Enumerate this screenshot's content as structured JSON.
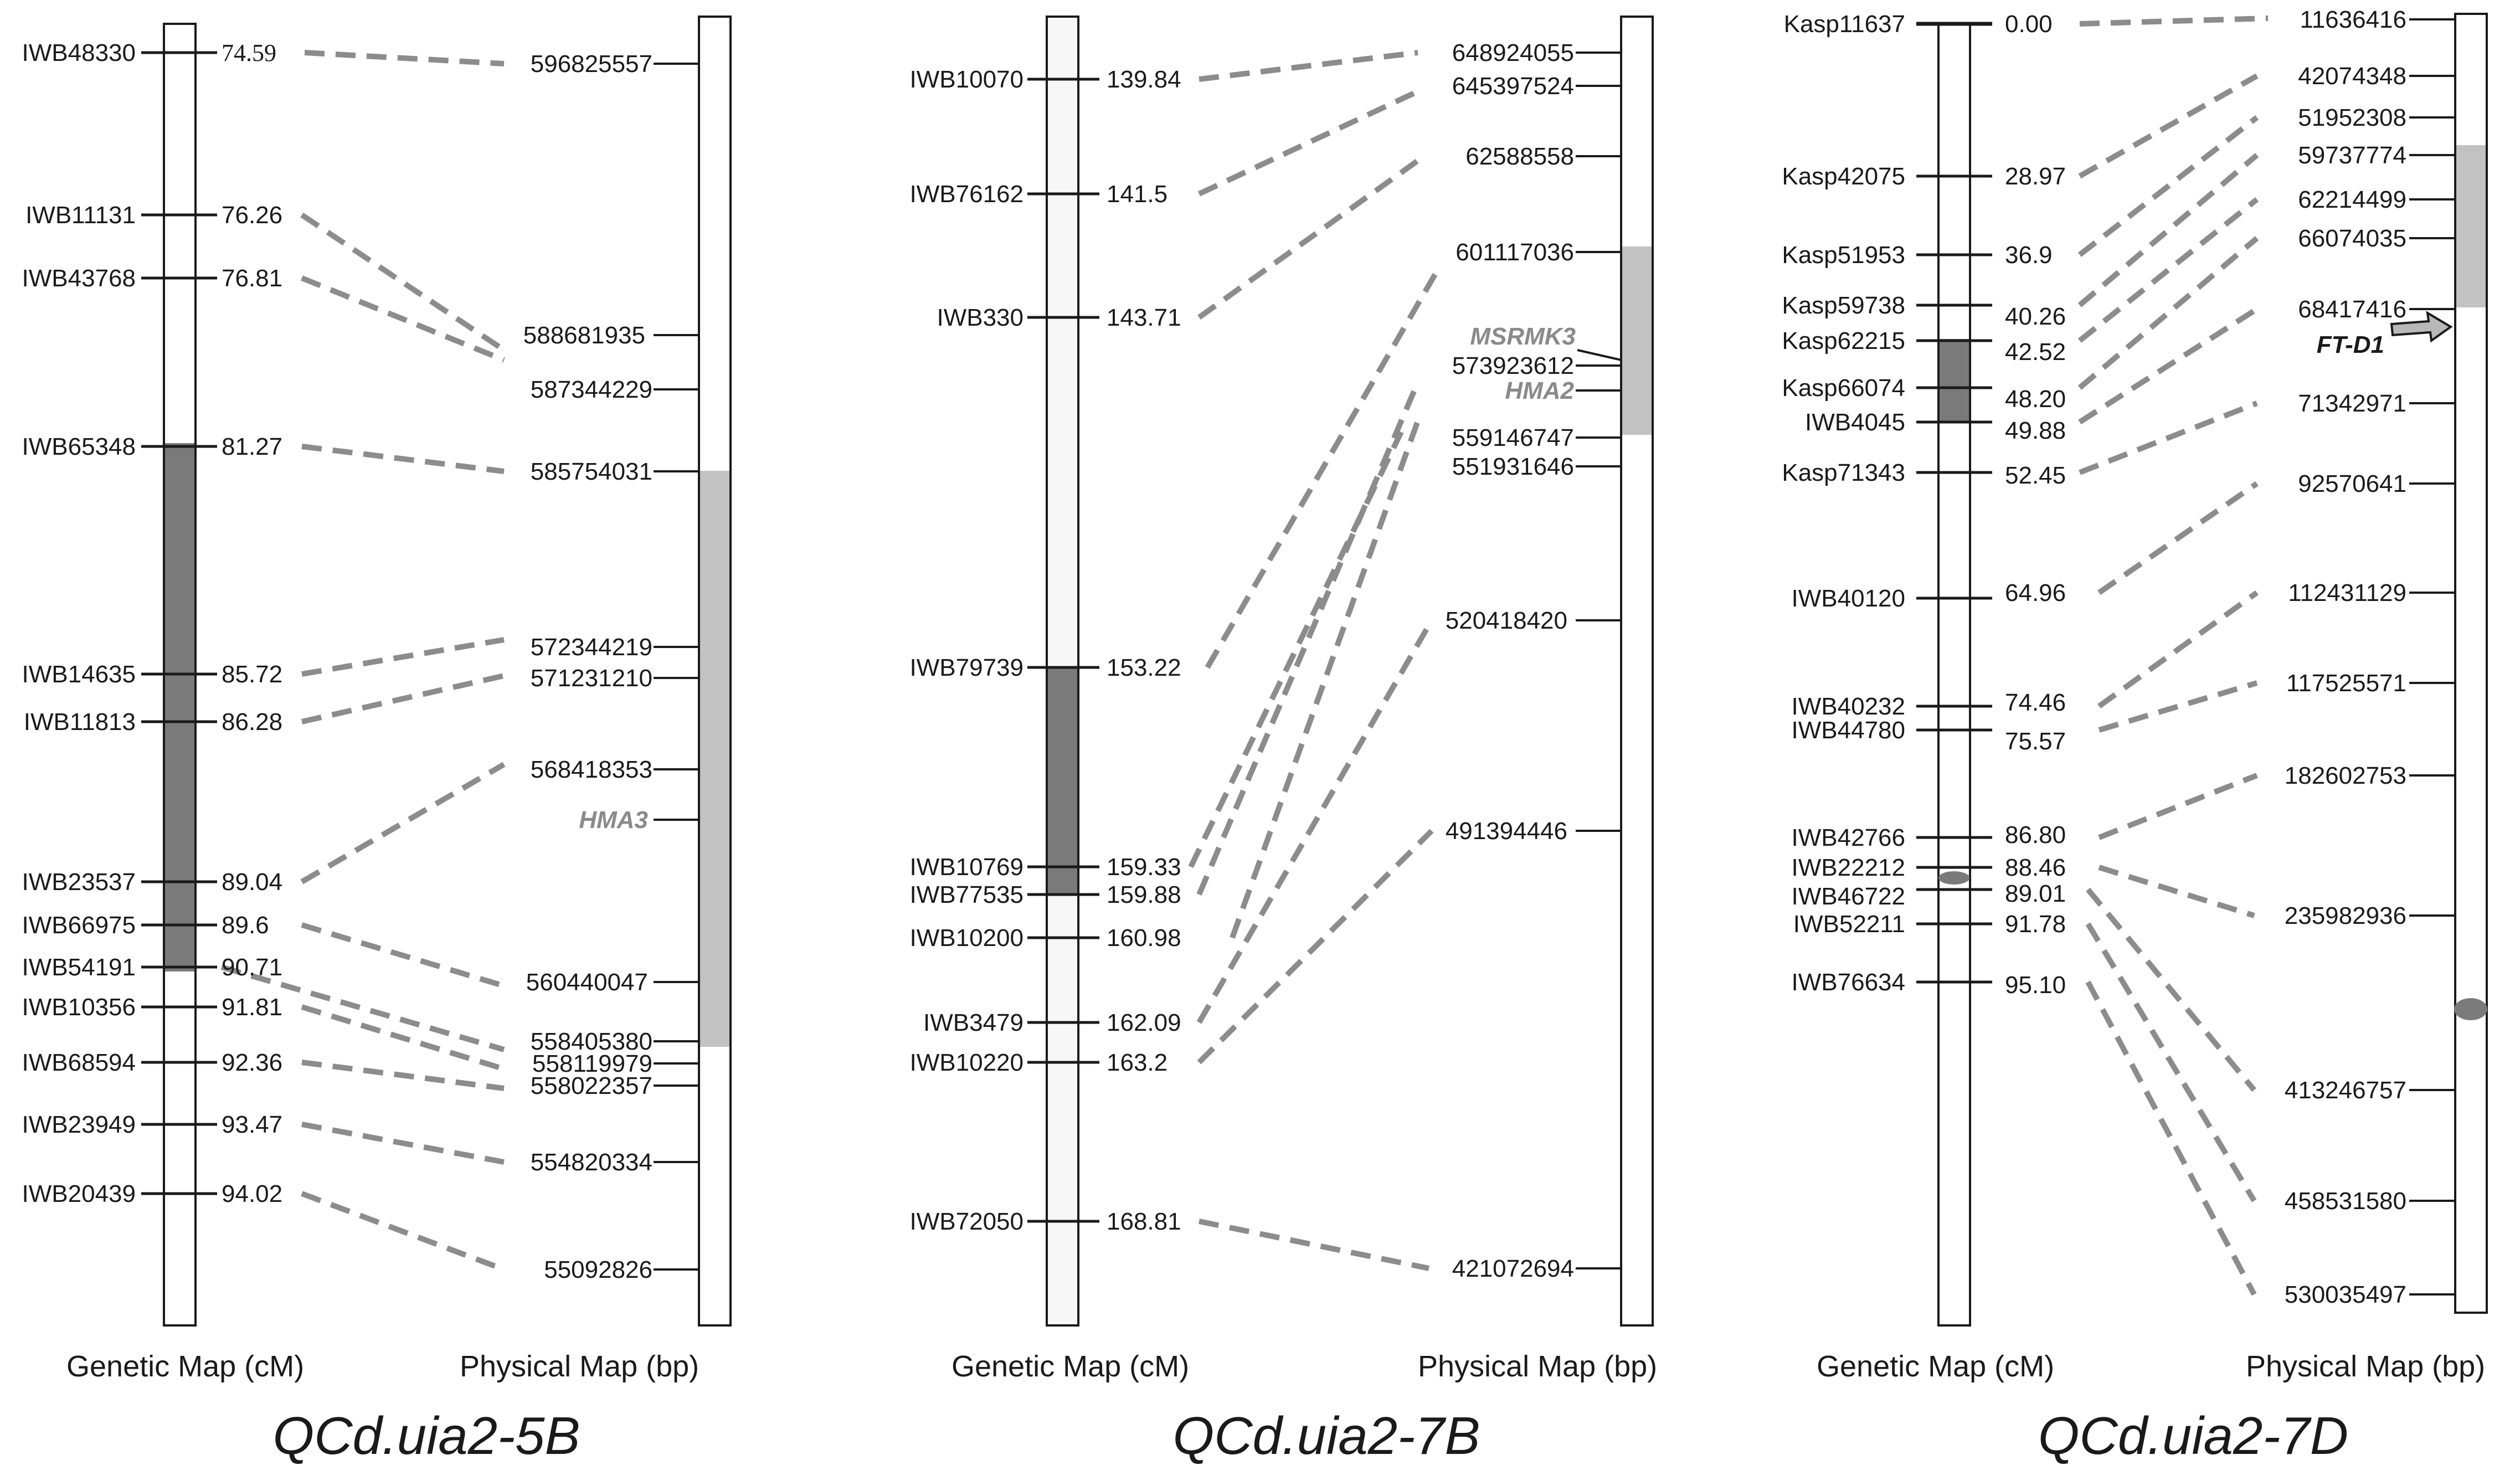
{
  "figure": {
    "panels": [
      {
        "id": "5b",
        "title": "QCd.uia2-5B",
        "genetic_label": "Genetic Map (cM)",
        "physical_label": "Physical Map (bp)",
        "markers": [
          {
            "name": "IWB48330",
            "cm": "74.59"
          },
          {
            "name": "IWB11131",
            "cm": "76.26"
          },
          {
            "name": "IWB43768",
            "cm": "76.81"
          },
          {
            "name": "IWB65348",
            "cm": "81.27"
          },
          {
            "name": "IWB14635",
            "cm": "85.72"
          },
          {
            "name": "IWB11813",
            "cm": "86.28"
          },
          {
            "name": "IWB23537",
            "cm": "89.04"
          },
          {
            "name": "IWB66975",
            "cm": "89.6"
          },
          {
            "name": "IWB54191",
            "cm": "90.71"
          },
          {
            "name": "IWB10356",
            "cm": "91.81"
          },
          {
            "name": "IWB68594",
            "cm": "92.36"
          },
          {
            "name": "IWB23949",
            "cm": "93.47"
          },
          {
            "name": "IWB20439",
            "cm": "94.02"
          }
        ],
        "positions": [
          "596825557",
          "588681935",
          "587344229",
          "585754031",
          "572344219",
          "571231210",
          "568418353",
          "560440047",
          "558405380",
          "558119979",
          "558022357",
          "554820334",
          "55092826"
        ],
        "gene": "HMA3"
      },
      {
        "id": "7b",
        "title": "QCd.uia2-7B",
        "genetic_label": "Genetic Map (cM)",
        "physical_label": "Physical Map (bp)",
        "markers": [
          {
            "name": "IWB10070",
            "cm": "139.84"
          },
          {
            "name": "IWB76162",
            "cm": "141.5"
          },
          {
            "name": "IWB330",
            "cm": "143.71"
          },
          {
            "name": "IWB79739",
            "cm": "153.22"
          },
          {
            "name": "IWB10769",
            "cm": "159.33"
          },
          {
            "name": "IWB77535",
            "cm": "159.88"
          },
          {
            "name": "IWB10200",
            "cm": "160.98"
          },
          {
            "name": "IWB3479",
            "cm": "162.09"
          },
          {
            "name": "IWB10220",
            "cm": "163.2"
          },
          {
            "name": "IWB72050",
            "cm": "168.81"
          }
        ],
        "positions": [
          "648924055",
          "645397524",
          "62588558",
          "601117036",
          "573923612",
          "559146747",
          "551931646",
          "520418420",
          "491394446",
          "421072694"
        ],
        "genes": [
          "MSRMK3",
          "HMA2"
        ]
      },
      {
        "id": "7d",
        "title": "QCd.uia2-7D",
        "genetic_label": "Genetic Map (cM)",
        "physical_label": "Physical Map (bp)",
        "markers": [
          {
            "name": "Kasp11637",
            "cm": "0.00"
          },
          {
            "name": "Kasp42075",
            "cm": "28.97"
          },
          {
            "name": "Kasp51953",
            "cm": "36.9"
          },
          {
            "name": "Kasp59738",
            "cm": "40.26"
          },
          {
            "name": "Kasp62215",
            "cm": "42.52"
          },
          {
            "name": "Kasp66074",
            "cm": "48.20"
          },
          {
            "name": "IWB4045",
            "cm": "49.88"
          },
          {
            "name": "Kasp71343",
            "cm": "52.45"
          },
          {
            "name": "IWB40120",
            "cm": "64.96"
          },
          {
            "name": "IWB40232",
            "cm": "74.46"
          },
          {
            "name": "IWB44780",
            "cm": "75.57"
          },
          {
            "name": "IWB42766",
            "cm": "86.80"
          },
          {
            "name": "IWB22212",
            "cm": "88.46"
          },
          {
            "name": "IWB46722",
            "cm": "89.01"
          },
          {
            "name": "IWB52211",
            "cm": "91.78"
          },
          {
            "name": "IWB76634",
            "cm": "95.10"
          }
        ],
        "positions": [
          "11636416",
          "42074348",
          "51952308",
          "59737774",
          "62214499",
          "66074035",
          "68417416",
          "71342971",
          "92570641",
          "112431129",
          "117525571",
          "182602753",
          "235982936",
          "413246757",
          "458531580",
          "530035497"
        ],
        "gene": "FT-D1"
      }
    ]
  }
}
